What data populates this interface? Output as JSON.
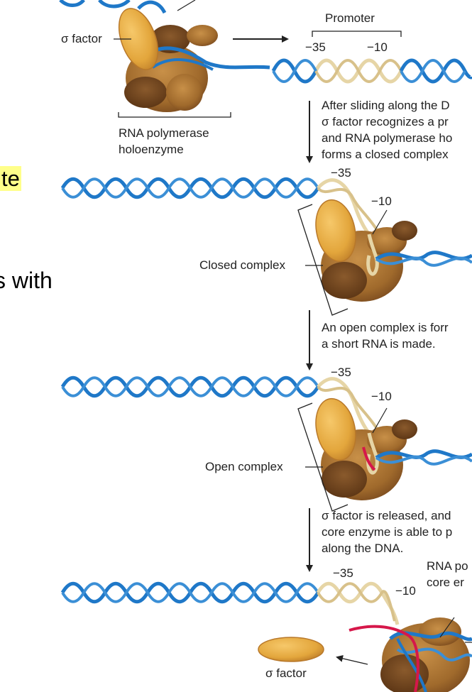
{
  "slide_fragments": {
    "highlighted": "te",
    "body": "s with"
  },
  "labels": {
    "sigma_factor_top": "σ factor",
    "promoter": "Promoter",
    "minus35": "−35",
    "minus10": "−10",
    "holoenzyme": [
      "RNA polymerase",
      "holoenzyme"
    ],
    "closed_complex": "Closed complex",
    "open_complex": "Open complex",
    "sigma_factor_bottom": "σ factor",
    "core_enzyme": [
      "RNA po",
      "core er"
    ]
  },
  "steps": [
    [
      "After sliding along the D",
      "σ factor recognizes a pr",
      "and RNA polymerase ho",
      "forms a closed complex"
    ],
    [
      "An open complex is forr",
      "a short RNA is made."
    ],
    [
      "σ factor is released, and",
      "core enzyme is able to p",
      "along the DNA."
    ]
  ],
  "colors": {
    "dna_blue": "#1f78c8",
    "dna_light": "#e6d5a6",
    "protein_brown": "#7a4a1e",
    "protein_tan": "#b07a34",
    "sigma_gold": "#e3a63c",
    "rna_red": "#d6174a",
    "highlight": "#ffff8a"
  }
}
